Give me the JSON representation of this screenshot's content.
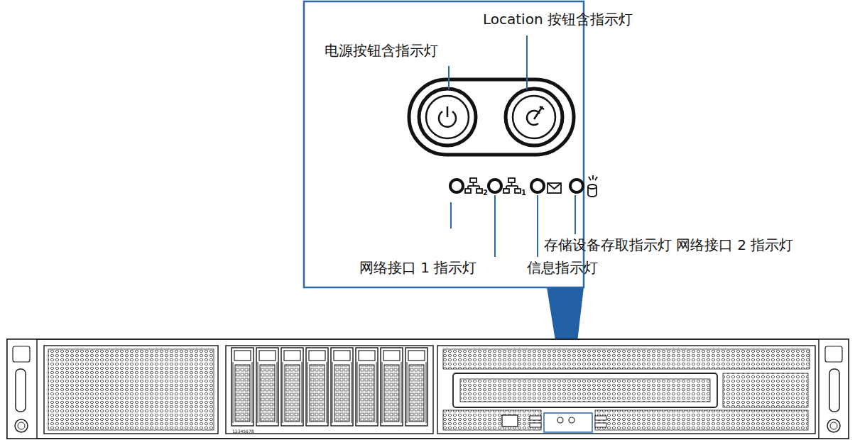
{
  "diagram": {
    "labels": [
      "Location 按钮含指示灯",
      "电源按钮含指示灯",
      "2",
      "1",
      "存储设备存取指示灯",
      "网络接口 2 指示灯",
      "网络接口 1 指示灯",
      "信息指示灯",
      "12345678"
    ]
  }
}
